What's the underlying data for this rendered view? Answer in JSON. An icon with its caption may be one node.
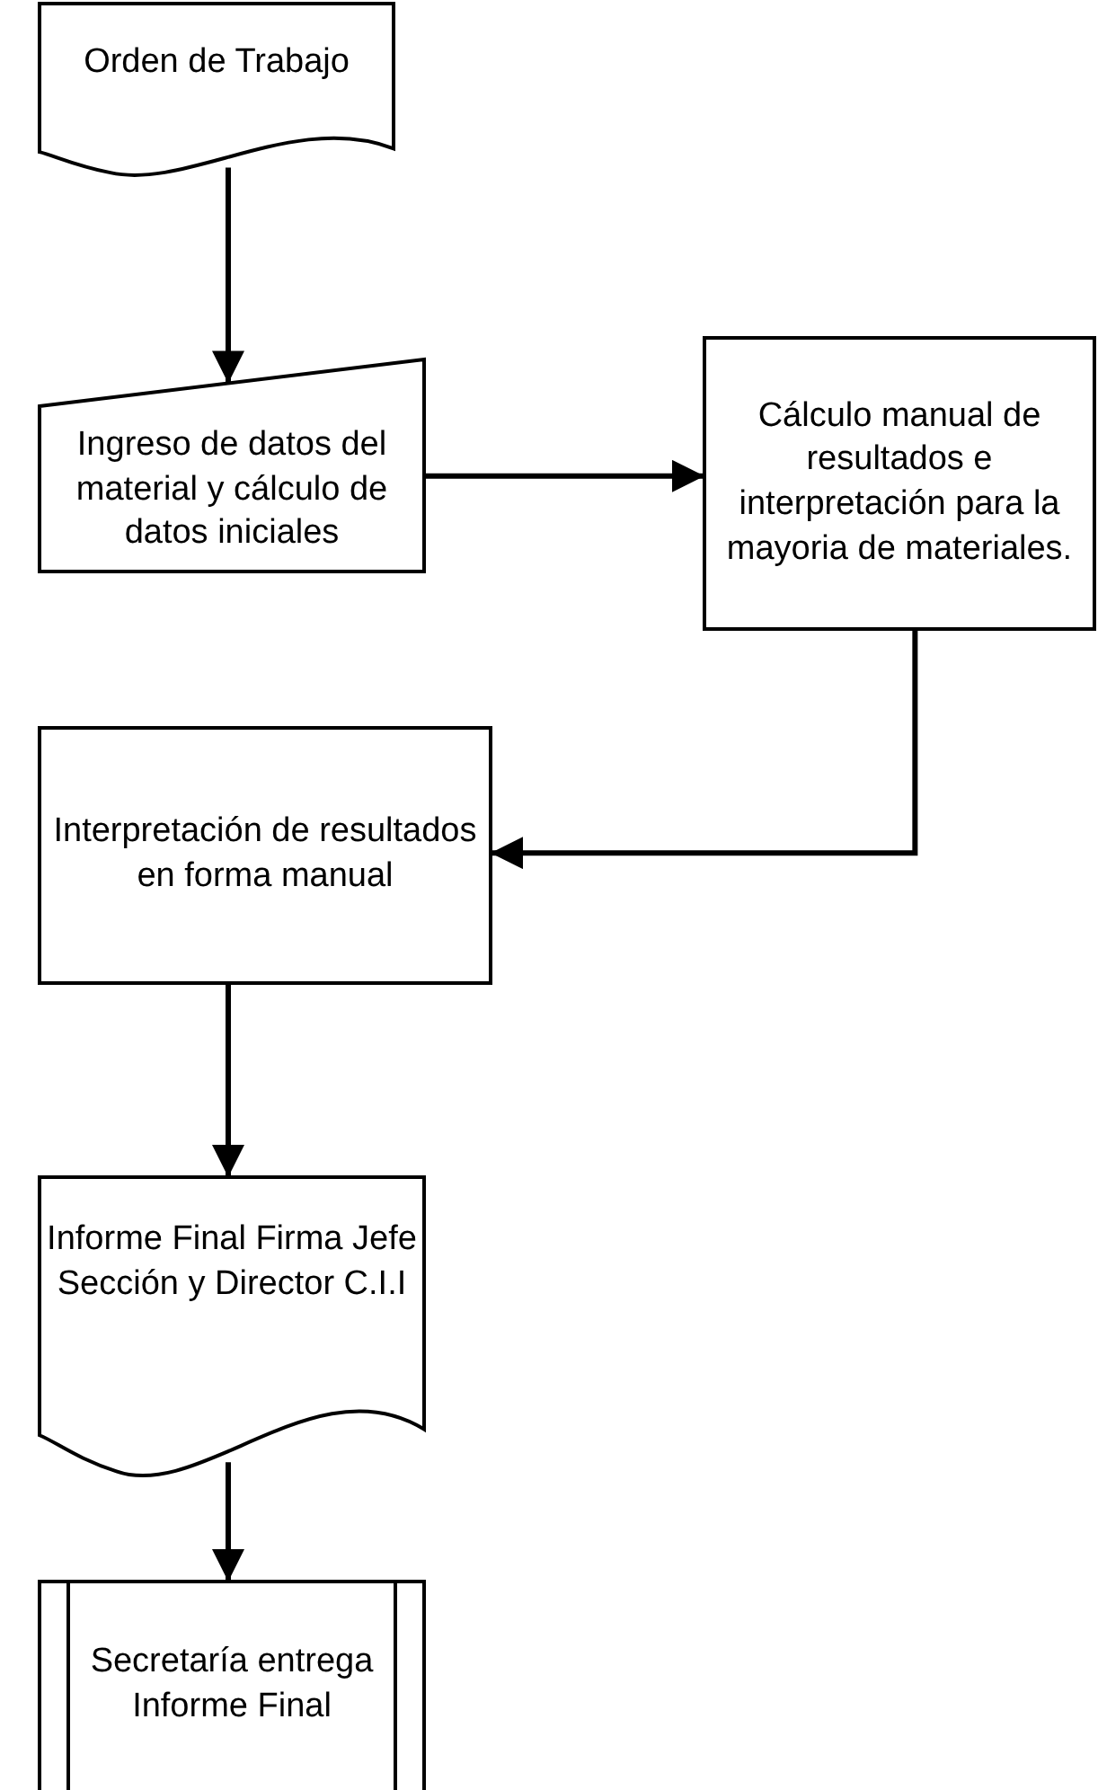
{
  "diagram": {
    "nodes": [
      {
        "text": [
          "Orden de Trabajo"
        ]
      },
      {
        "text": [
          "Ingreso de datos del material y cálculo de datos iniciales"
        ]
      },
      {
        "text": [
          "Cálculo manual de resultados e interpretación para la mayoria de materiales."
        ]
      },
      {
        "text": [
          "Interpretación de resultados en forma manual"
        ]
      },
      {
        "text": [
          "Informe Final Firma Jefe Sección y Director C.I.I"
        ]
      },
      {
        "text": [
          "Secretaría entrega Informe Final"
        ]
      }
    ],
    "edges": [
      {
        "from": 0,
        "to": 1,
        "arrow": "to"
      },
      {
        "from": 1,
        "to": 2,
        "arrow": "to"
      },
      {
        "from": 2,
        "to": 3,
        "arrow": "to"
      },
      {
        "from": 3,
        "to": 4,
        "arrow": "to"
      },
      {
        "from": 4,
        "to": 5,
        "arrow": "to"
      }
    ]
  }
}
